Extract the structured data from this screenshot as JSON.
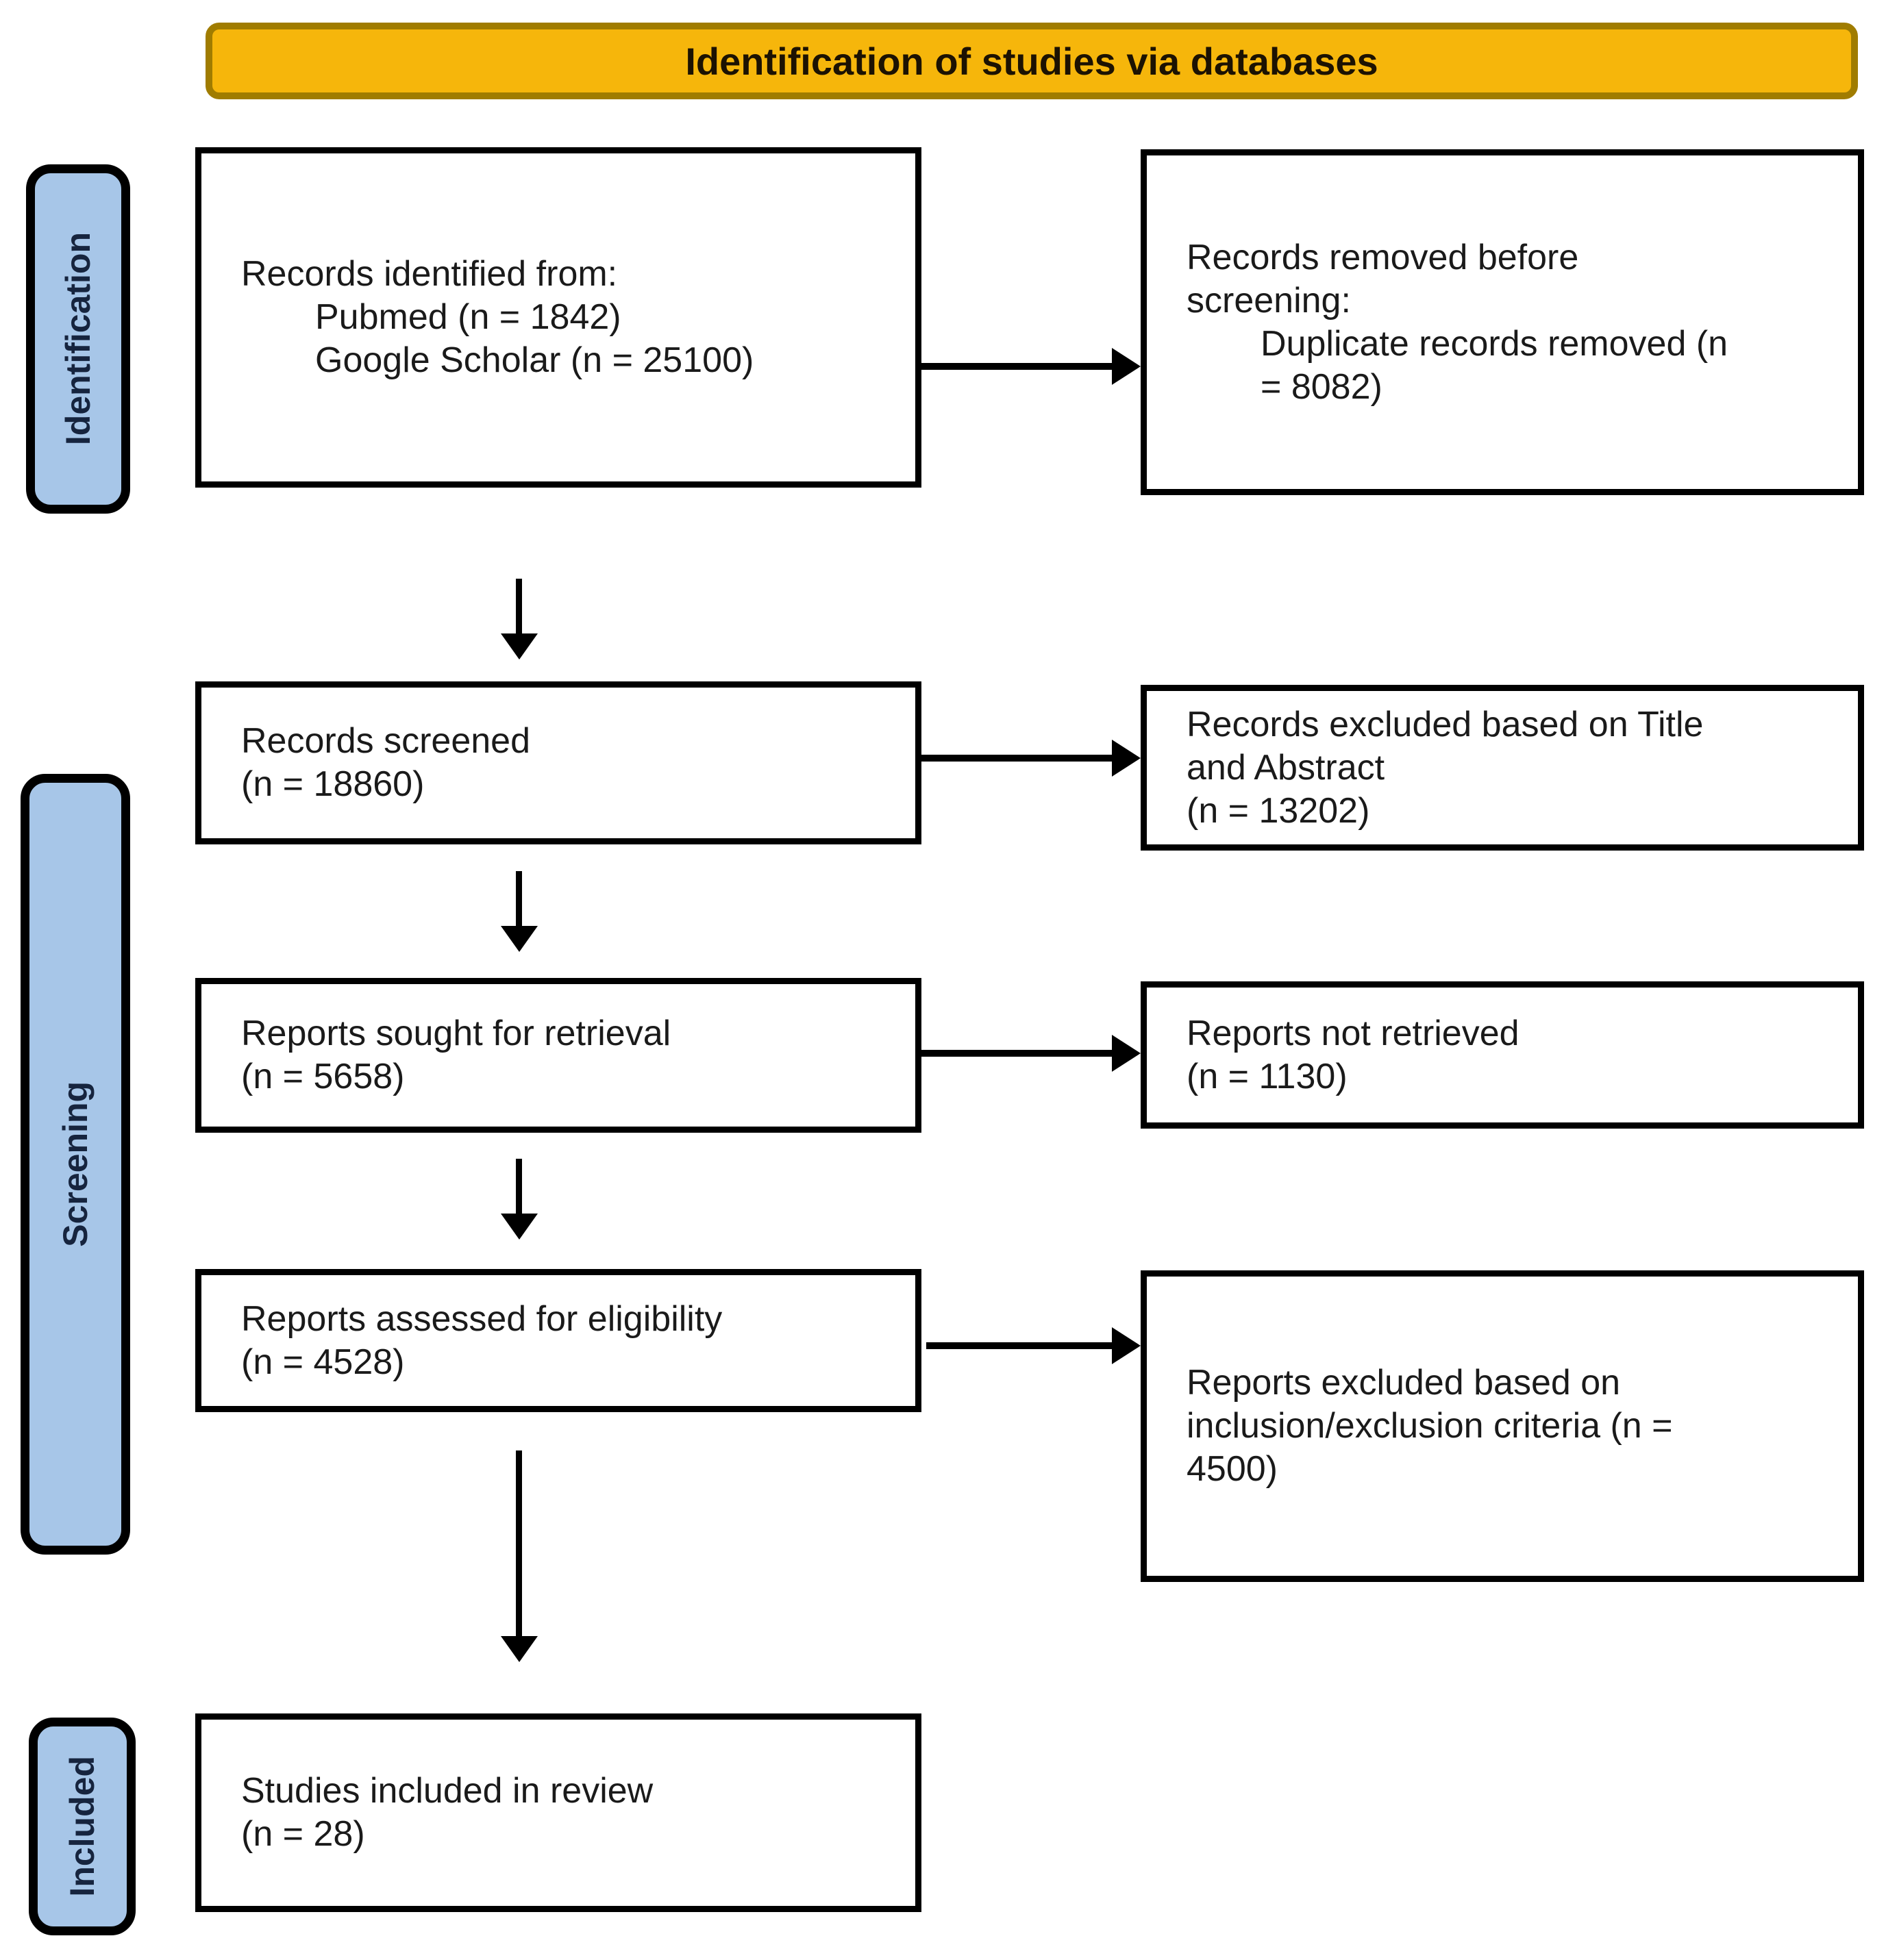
{
  "title": "Identification of studies via databases",
  "colors": {
    "banner_bg": "#F6B60B",
    "banner_border": "#A07C00",
    "stage_bg": "#A7C6E8",
    "box_border": "#000000",
    "text": "#1A1A1A"
  },
  "stages": [
    {
      "label": "Identification"
    },
    {
      "label": "Screening"
    },
    {
      "label": "Included"
    }
  ],
  "boxes": {
    "identified": {
      "lines": [
        "Records identified from:",
        "Pubmed (n = 1842)",
        "Google Scholar (n = 25100)"
      ]
    },
    "removed": {
      "lines": [
        "Records removed before",
        "screening:",
        "Duplicate records removed (n",
        "= 8082)"
      ]
    },
    "screened": {
      "lines": [
        "Records screened",
        "(n = 18860)"
      ]
    },
    "excluded_title_abstract": {
      "lines": [
        "Records excluded based on Title",
        "and Abstract",
        "(n = 13202)"
      ]
    },
    "sought": {
      "lines": [
        "Reports sought for retrieval",
        "(n = 5658)"
      ]
    },
    "not_retrieved": {
      "lines": [
        "Reports not retrieved",
        "(n = 1130)"
      ]
    },
    "assessed": {
      "lines": [
        "Reports assessed for eligibility",
        "(n = 4528)"
      ]
    },
    "excluded_criteria": {
      "lines": [
        "Reports excluded based on",
        "inclusion/exclusion criteria (n =",
        "4500)"
      ]
    },
    "included_review": {
      "lines": [
        "Studies included in review",
        "(n = 28)"
      ]
    }
  }
}
